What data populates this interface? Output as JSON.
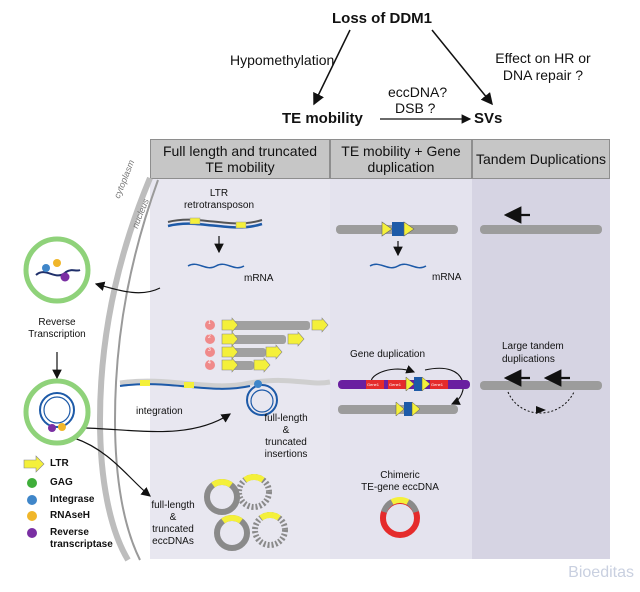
{
  "top": {
    "title": "Loss of DDM1",
    "hypo": "Hypomethylation",
    "effect_line1": "Effect on HR or",
    "effect_line2": "DNA repair ?",
    "eccdna": "eccDNA?",
    "dsb": "DSB ?",
    "te_mobility": "TE mobility",
    "svs": "SVs"
  },
  "headers": {
    "col1_line1": "Full length and truncated",
    "col1_line2": "TE mobility",
    "col2_line1": "TE mobility + Gene",
    "col2_line2": "duplication",
    "col3": "Tandem Duplications"
  },
  "cell": {
    "cytoplasm": "cytoplasm",
    "nucleus": "nucleus",
    "reverse1": "Reverse",
    "reverse2": "Transcription"
  },
  "col1": {
    "ltr1": "LTR",
    "ltr2": "retrotransposon",
    "mrna": "mRNA",
    "integration": "integration",
    "fl1": "full-length",
    "fl2": "&",
    "fl3": "truncated",
    "fl4": "insertions",
    "ecc1": "full-length",
    "ecc2": "&",
    "ecc3": "truncated",
    "ecc4": "eccDNAs",
    "num1": "1",
    "num2": "2",
    "num3": "3",
    "num4": "4"
  },
  "col2": {
    "mrna": "mRNA",
    "gene_dup": "Gene duplication",
    "gene1": "Gene1",
    "gene2": "Gene1",
    "gene3": "Gene1",
    "chim1": "Chimeric",
    "chim2": "TE-gene eccDNA"
  },
  "col3": {
    "large1": "Large tandem",
    "large2": "duplications"
  },
  "legend": {
    "ltr": "LTR",
    "gag": "GAG",
    "integrase": "Integrase",
    "rnaseh": "RNAseH",
    "rt1": "Reverse",
    "rt2": "transcriptase"
  },
  "watermark": "Bioeditas",
  "colors": {
    "ltr_yellow": "#f4f03a",
    "gag_green": "#3fae3a",
    "integrase_blue": "#3f86c9",
    "rnaseh_gold": "#f0b62a",
    "rt_purple": "#7a2fa3",
    "cell_green": "#8fd27a",
    "header_grey": "#c6c6c6",
    "col_bg": "#e6e5ef",
    "col3_bg": "#d8d6e4",
    "gene_red": "#e52b2b",
    "chrom_purple": "#6a1fa0"
  }
}
